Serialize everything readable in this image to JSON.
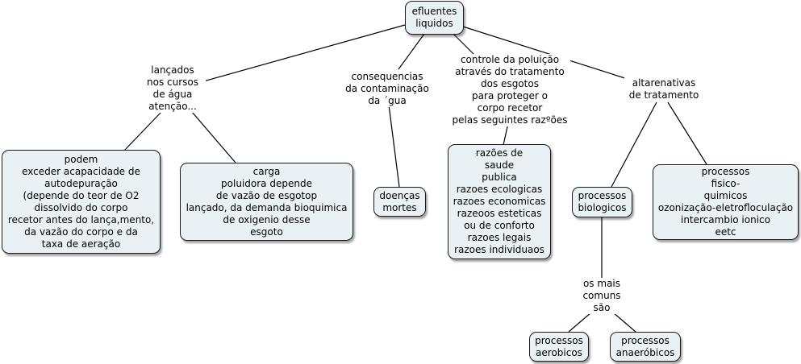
{
  "map": {
    "root": "efluentes\nliquidos",
    "link_lancados": "lançados\nnos cursos\nde água\natenção...",
    "podem": "podem\nexceder acapacidade de\nautodepuração\n(depende do teor de O2\ndissolvido do corpo\nrecetor antes do lança,mento,\nda vazão do corpo e da\ntaxa de aeração",
    "carga": "carga\npoluidora depende\nde vazão de esgotop\nlançado, da demanda bioquimica\nde oxigenio desse\nesgoto",
    "link_consequencias": "consequencias\nda contaminação\nda ´gua",
    "doencas": "doenças\nmortes",
    "link_controle": "controle da poluição\natravés do tratamento\ndos esgotos\npara proteger o\ncorpo recetor\npelas seguintes razºões",
    "razoes": "razões de\nsaude\npublica\nrazoes ecologicas\nrazoes economicas\nrazeoos esteticas\nou de conforto\nrazoes legais\nrazoes individuaos",
    "link_alternativas": "altarenativas\nde tratamento",
    "biologicos": "processos\nbiologicos",
    "fisico": "processos\nfisico-\nquimicos\nozonização-eletrofloculação\nintercambio ionico\neetc",
    "link_comuns": "os mais\ncomuns\nsão",
    "aerobicos": "processos\naerobicos",
    "anaerobicos": "processos\nanaeróbicos"
  }
}
